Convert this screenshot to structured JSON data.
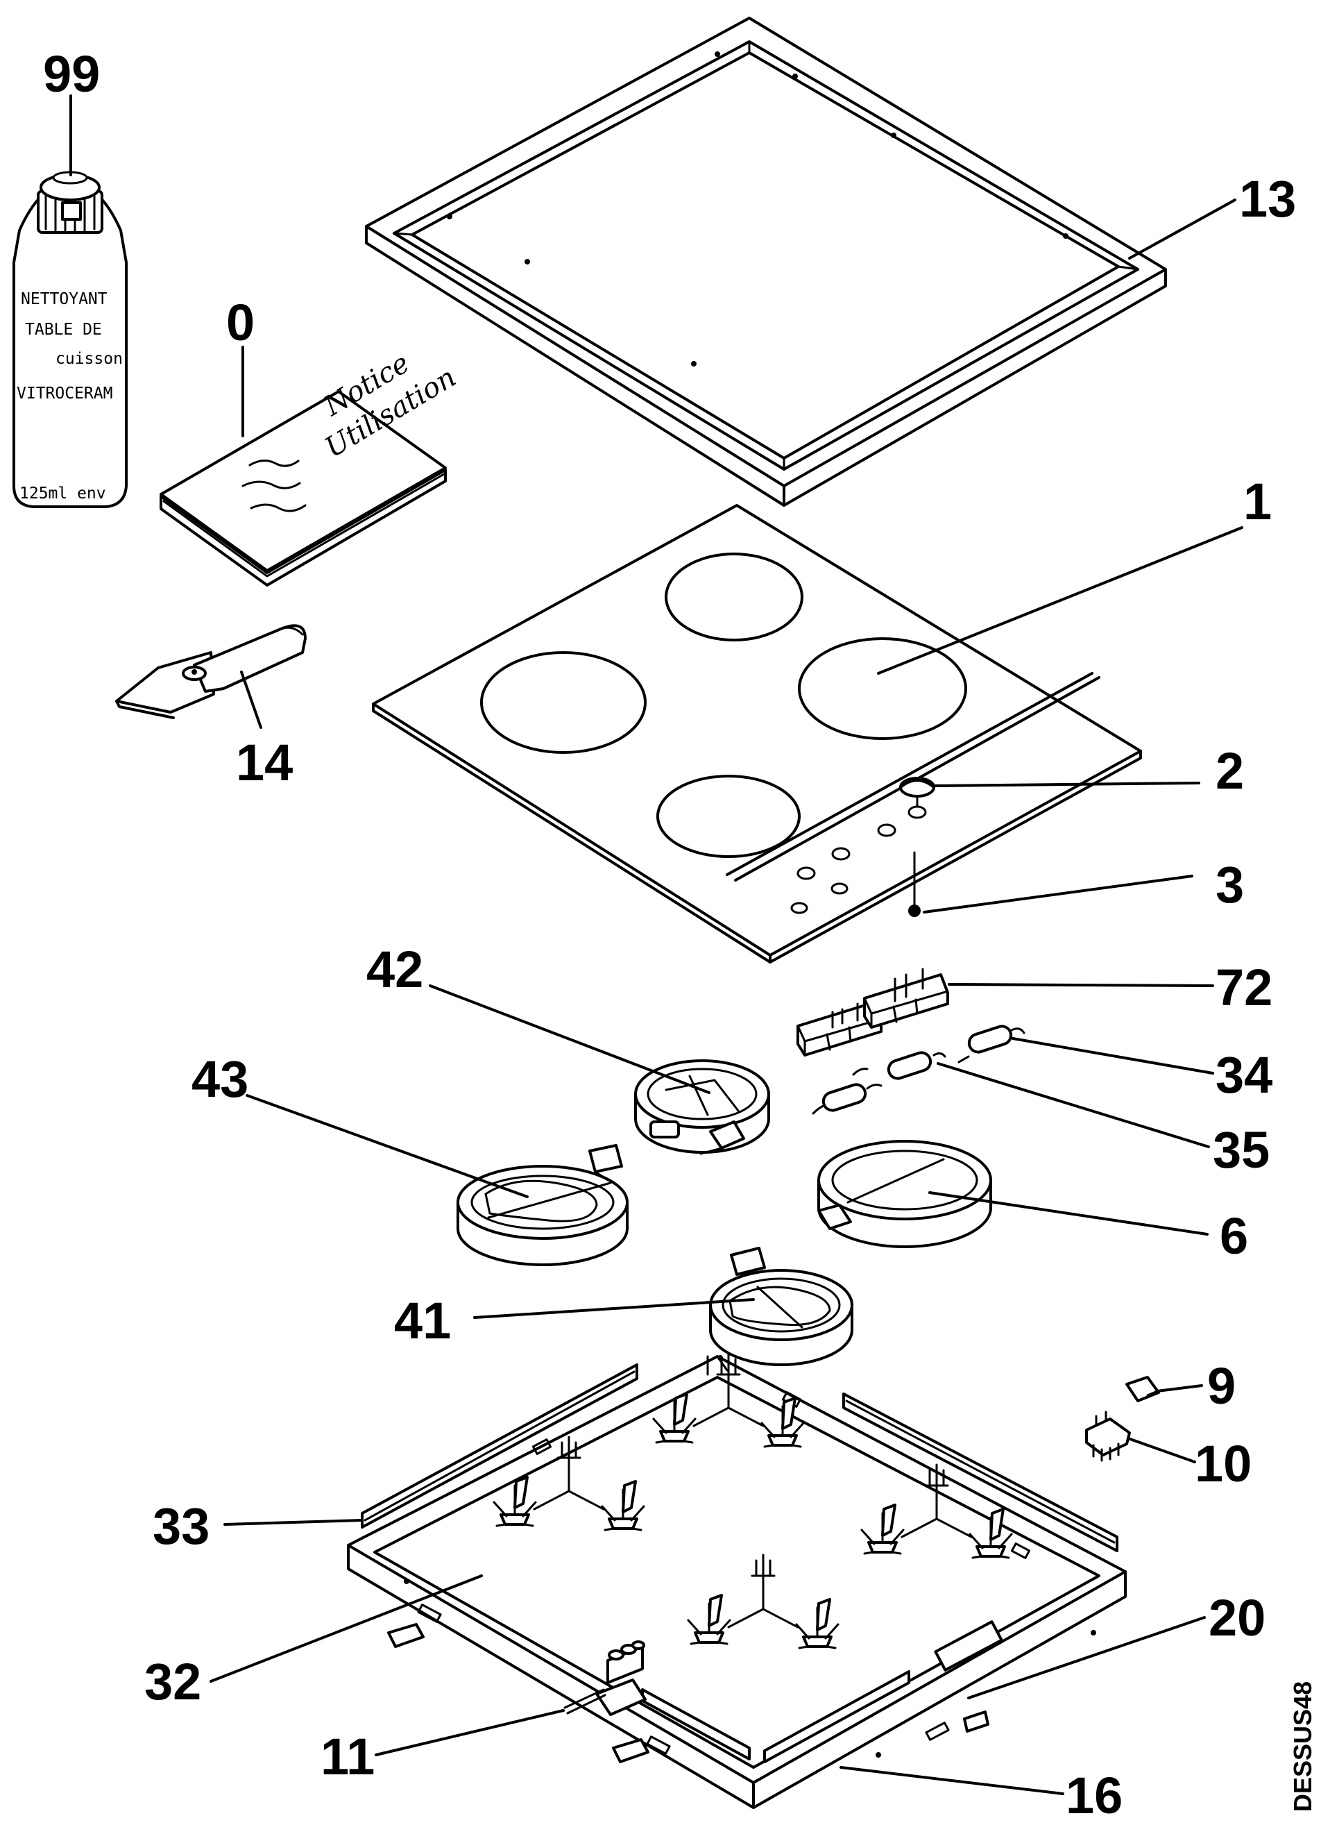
{
  "part_labels": {
    "p99": "99",
    "p0": "0",
    "p13": "13",
    "p1": "1",
    "p14": "14",
    "p2": "2",
    "p3": "3",
    "p42": "42",
    "p72": "72",
    "p43": "43",
    "p34": "34",
    "p35": "35",
    "p6": "6",
    "p41": "41",
    "p9": "9",
    "p10": "10",
    "p33": "33",
    "p32": "32",
    "p20": "20",
    "p11": "11",
    "p16": "16"
  },
  "bottle_label": {
    "line1": "NETTOYANT",
    "line2": "TABLE DE",
    "line3": "cuisson",
    "line4": "VITROCERAM",
    "volume": "125ml env"
  },
  "booklet_label": {
    "line1": "Notice",
    "line2": "Utilisation"
  },
  "drawing_code": "DESSUS48"
}
